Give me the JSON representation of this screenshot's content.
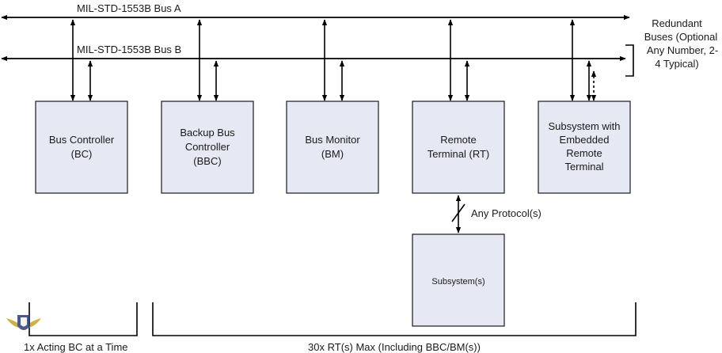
{
  "buses": {
    "bus_a_label": "MIL-STD-1553B Bus A",
    "bus_b_label": "MIL-STD-1553B Bus B",
    "redundant_line1": "Redundant",
    "redundant_line2": "Buses (Optional",
    "redundant_line3": "Any Number, 2-",
    "redundant_line4": "4 Typical)"
  },
  "boxes": {
    "bc_line1": "Bus Controller",
    "bc_line2": "(BC)",
    "bbc_line1": "Backup Bus",
    "bbc_line2": "Controller",
    "bbc_line3": "(BBC)",
    "bm_line1": "Bus Monitor",
    "bm_line2": "(BM)",
    "rt_line1": "Remote",
    "rt_line2": "Terminal (RT)",
    "emb_line1": "Subsystem with",
    "emb_line2": "Embedded",
    "emb_line3": "Remote",
    "emb_line4": "Terminal",
    "subsystem": "Subsystem(s)"
  },
  "link_label": "Any Protocol(s)",
  "footnotes": {
    "left": "1x Acting BC at a Time",
    "right": "30x RT(s) Max (Including BBC/BM(s))"
  },
  "colors": {
    "box_fill": "#e6e8f3",
    "line": "#000000"
  }
}
